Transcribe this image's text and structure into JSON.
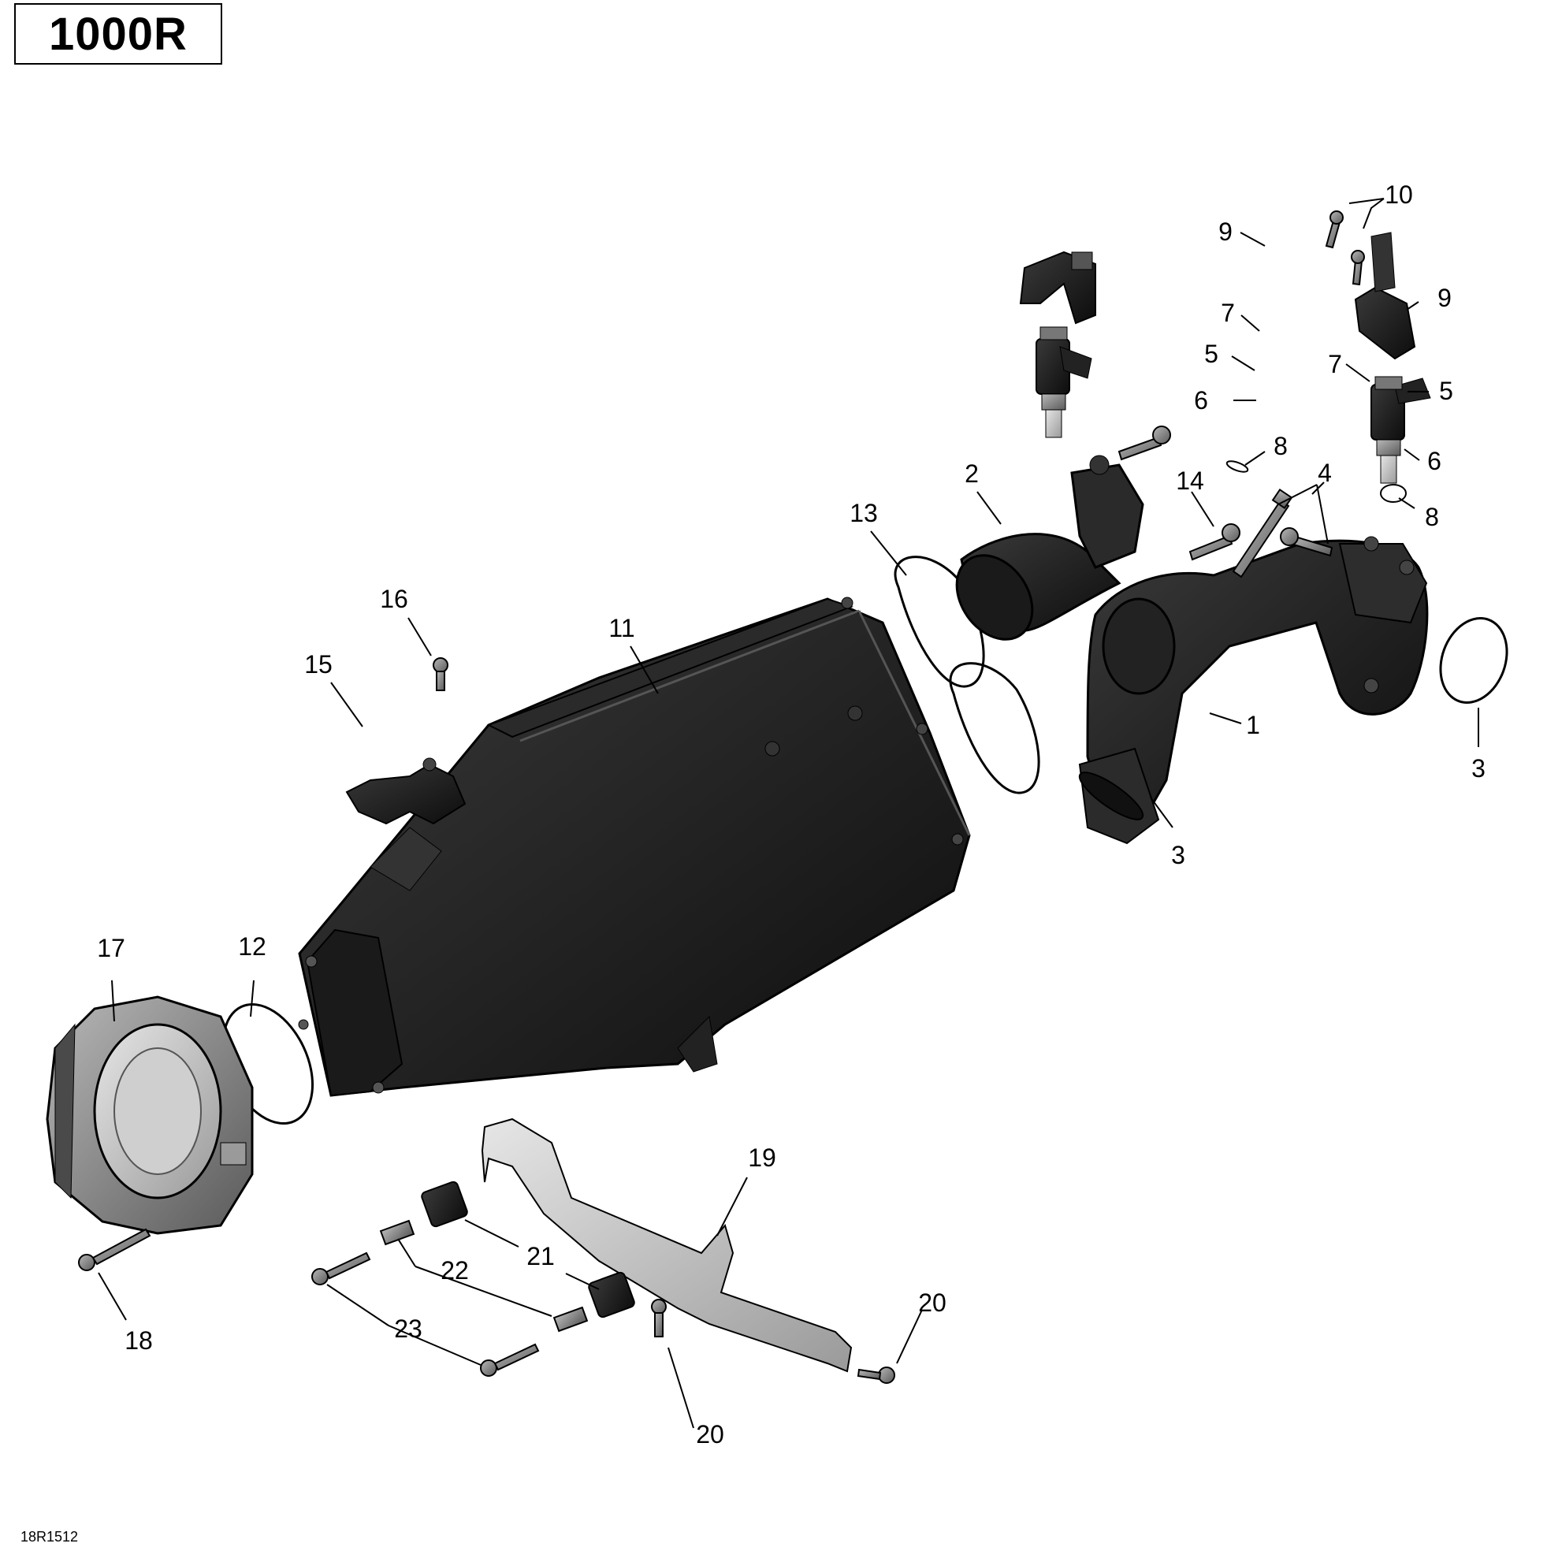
{
  "header": {
    "model": "1000R"
  },
  "footer": {
    "drawing_code": "18R1512"
  },
  "callouts": [
    {
      "id": "c10",
      "label": "10"
    },
    {
      "id": "c9a",
      "label": "9"
    },
    {
      "id": "c9b",
      "label": "9"
    },
    {
      "id": "c7a",
      "label": "7"
    },
    {
      "id": "c5a",
      "label": "5"
    },
    {
      "id": "c6a",
      "label": "6"
    },
    {
      "id": "c7b",
      "label": "7"
    },
    {
      "id": "c5b",
      "label": "5"
    },
    {
      "id": "c6b",
      "label": "6"
    },
    {
      "id": "c8a",
      "label": "8"
    },
    {
      "id": "c8b",
      "label": "8"
    },
    {
      "id": "c4",
      "label": "4"
    },
    {
      "id": "c14",
      "label": "14"
    },
    {
      "id": "c2",
      "label": "2"
    },
    {
      "id": "c13",
      "label": "13"
    },
    {
      "id": "c16",
      "label": "16"
    },
    {
      "id": "c11",
      "label": "11"
    },
    {
      "id": "c15",
      "label": "15"
    },
    {
      "id": "c1",
      "label": "1"
    },
    {
      "id": "c3a",
      "label": "3"
    },
    {
      "id": "c3b",
      "label": "3"
    },
    {
      "id": "c17",
      "label": "17"
    },
    {
      "id": "c12",
      "label": "12"
    },
    {
      "id": "c19",
      "label": "19"
    },
    {
      "id": "c21",
      "label": "21"
    },
    {
      "id": "c22",
      "label": "22"
    },
    {
      "id": "c23",
      "label": "23"
    },
    {
      "id": "c18",
      "label": "18"
    },
    {
      "id": "c20a",
      "label": "20"
    },
    {
      "id": "c20b",
      "label": "20"
    }
  ]
}
